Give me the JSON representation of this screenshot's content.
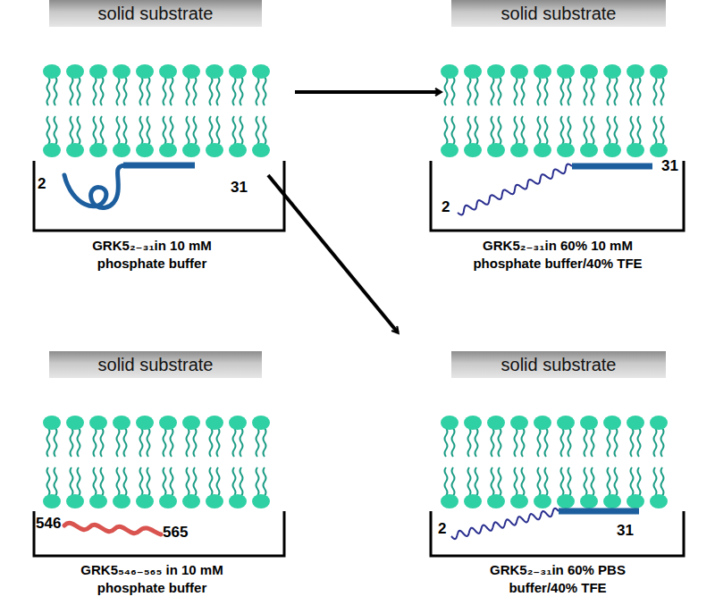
{
  "diagram": {
    "nodes": [
      {
        "text": [
          "solid substrate"
        ]
      },
      {
        "text": [
          "solid substrate"
        ]
      },
      {
        "text": [
          "solid substrate"
        ]
      },
      {
        "text": [
          "solid substrate"
        ]
      }
    ],
    "edges": [],
    "labels": [
      "2",
      "31",
      "GRK5₂₋₃₁in 10 mM phosphate buffer",
      "2",
      "31",
      "GRK5₂₋₃₁in 60% 10 mM phosphate buffer/40% TFE",
      "546",
      "565",
      "GRK5₅₄₆₋₅₆₅ in 10 mM phosphate buffer",
      "2",
      "31",
      "GRK5₂₋₃₁in 60% PBS buffer/40% TFE"
    ]
  }
}
